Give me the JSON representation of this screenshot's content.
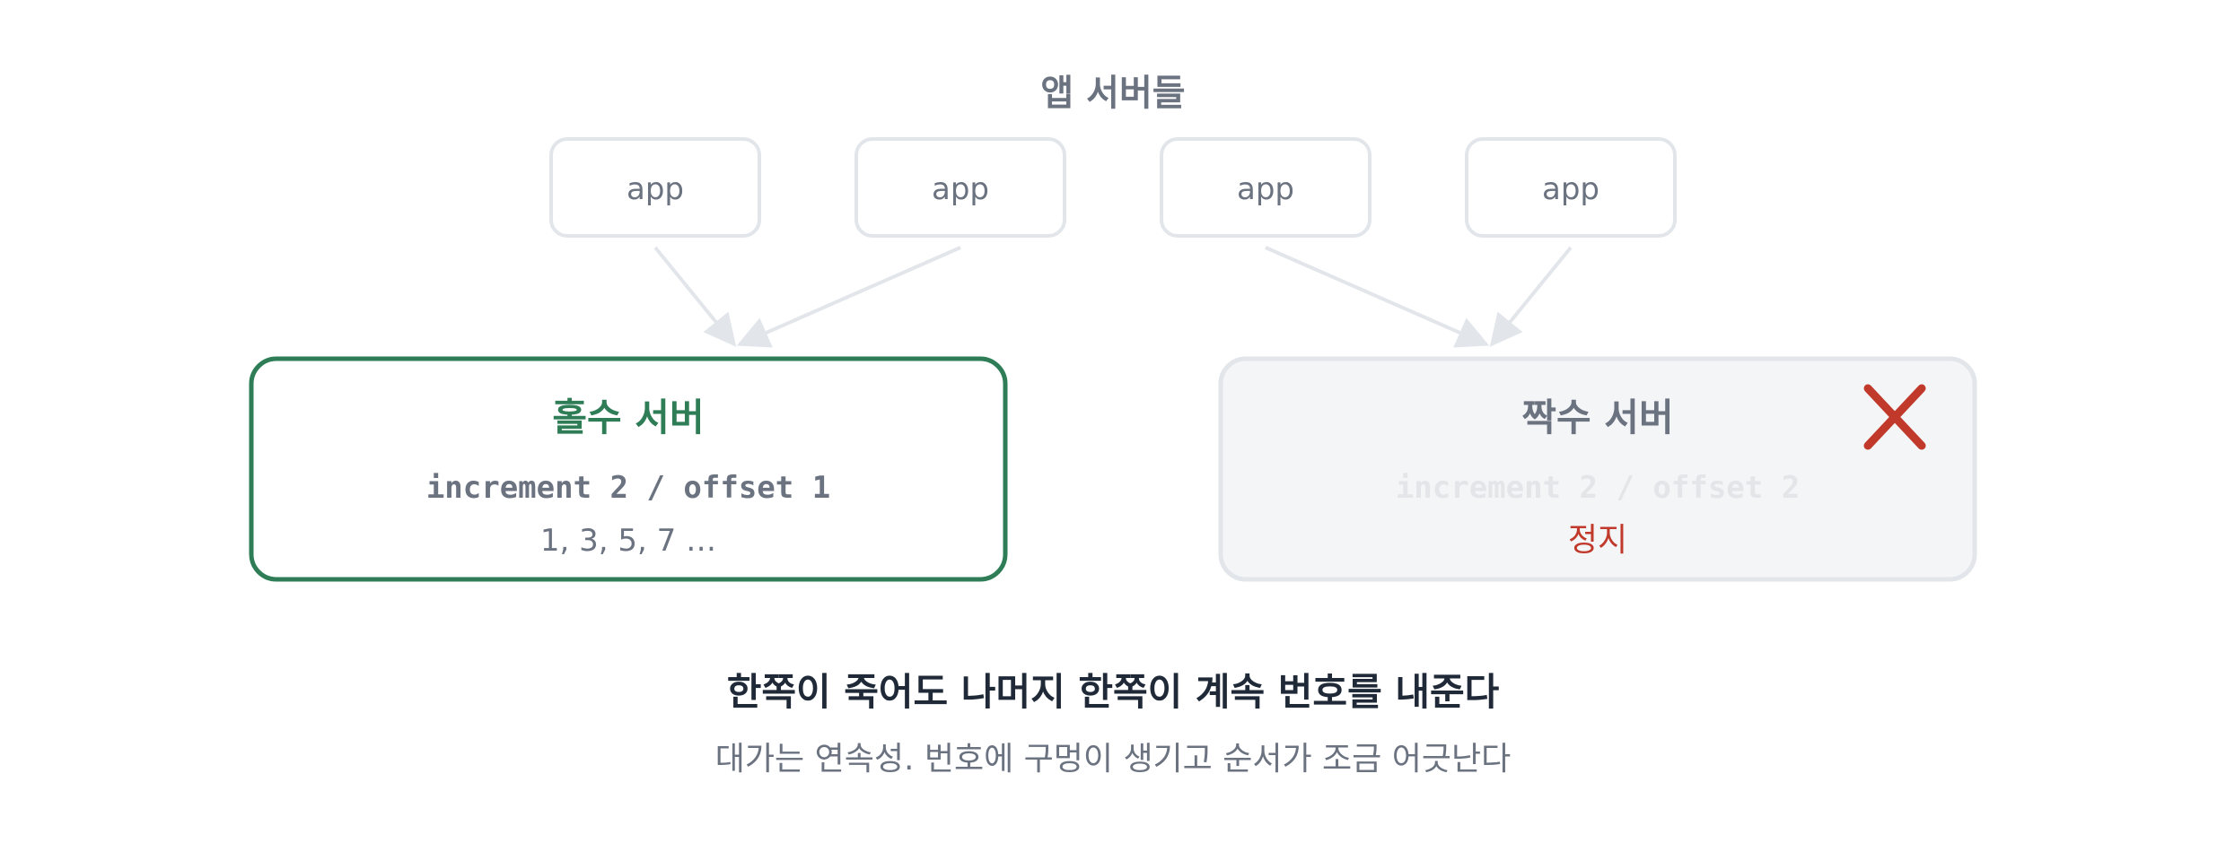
{
  "title": "앱 서버들",
  "apps": [
    {
      "label": "app"
    },
    {
      "label": "app"
    },
    {
      "label": "app"
    },
    {
      "label": "app"
    }
  ],
  "odd_server": {
    "title": "홀수 서버",
    "config": "increment 2 / offset 1",
    "sequence": "1, 3, 5, 7 …",
    "state": "active"
  },
  "even_server": {
    "title": "짝수 서버",
    "config": "increment 2 / offset 2",
    "status": "정지",
    "state": "stopped"
  },
  "caption": {
    "main": "한쪽이 죽어도 나머지 한쪽이 계속 번호를 내준다",
    "sub": "대가는 연속성. 번호에 구멍이 생기고 순서가 조금 어긋난다"
  },
  "colors": {
    "active_border": "#2E7D57",
    "active_title": "#2E7D57",
    "stopped_border": "#E2E5EA",
    "stopped_fill": "#F4F5F7",
    "stopped_title": "#6B7280",
    "stopped_config": "#E3E5E9",
    "status_red": "#C0392B",
    "app_border": "#E2E5EA",
    "app_text": "#6B7280",
    "arrow": "#E2E5EA",
    "caption_main": "#1F2937",
    "caption_sub": "#6B7280",
    "config_text": "#6B7280",
    "sequence_text": "#6B7280"
  },
  "icons": {
    "stopped_marker": "close-x-icon"
  }
}
